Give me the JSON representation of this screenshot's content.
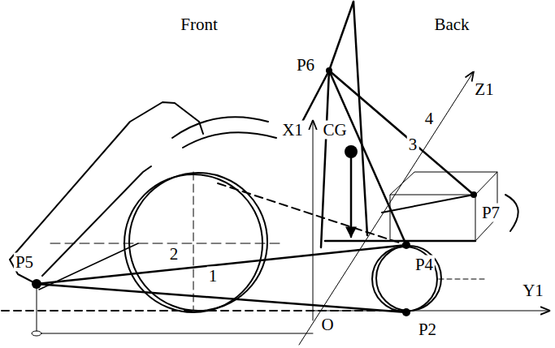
{
  "diagram": {
    "labels": [
      "Front",
      "Back",
      "P6",
      "X1",
      "CG",
      "4",
      "3",
      "Z1",
      "P7",
      "P5",
      "2",
      "P4",
      "1",
      "Y1",
      "O",
      "P2"
    ]
  }
}
